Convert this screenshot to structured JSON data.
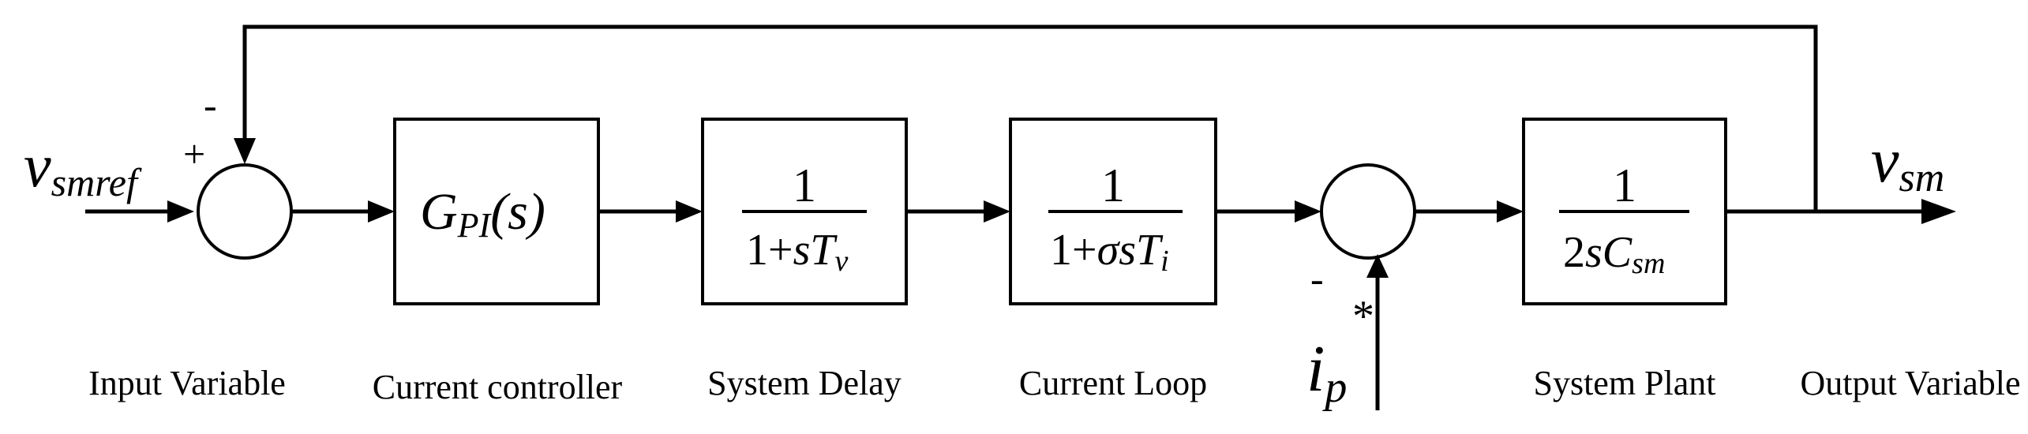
{
  "input": {
    "symbol": "v",
    "subscript": "smref"
  },
  "output": {
    "symbol": "v",
    "subscript": "sm"
  },
  "summing_1": {
    "plus": "+",
    "minus": "-"
  },
  "summing_2": {
    "minus": "-"
  },
  "blocks": {
    "controller": {
      "symbol": "G",
      "subscript": "PI",
      "argument": "(s)"
    },
    "delay": {
      "numerator": "1",
      "den_prefix": "1+",
      "den_s": "s",
      "den_T": "T",
      "den_sub": "v"
    },
    "loop": {
      "numerator": "1",
      "den_prefix": "1+",
      "den_sigma": "σ",
      "den_s": "s",
      "den_T": "T",
      "den_sub": "i"
    },
    "plant": {
      "numerator": "1",
      "den_prefix": "2",
      "den_s": "s",
      "den_C": "C",
      "den_sub": "sm"
    }
  },
  "disturbance": {
    "symbol": "i",
    "subscript": "p",
    "superscript": "*"
  },
  "captions": {
    "input": "Input Variable",
    "controller": "Current controller",
    "delay": "System Delay",
    "loop": "Current Loop",
    "plant": "System Plant",
    "output": "Output Variable"
  }
}
